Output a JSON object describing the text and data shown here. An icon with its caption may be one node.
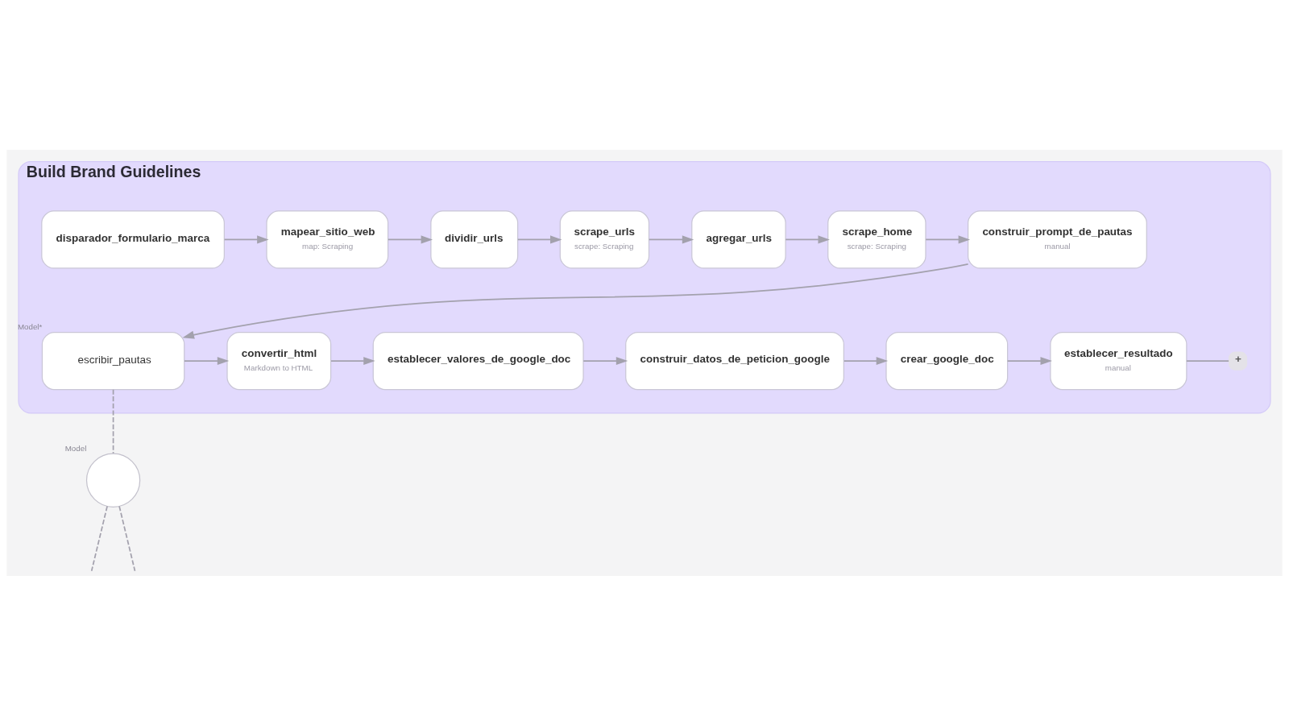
{
  "diagram": {
    "nodes": [
      {
        "text": [
          "Build Brand Guidelines"
        ]
      },
      {
        "text": [
          "disparador_formulario_marca"
        ],
        "in": 0
      },
      {
        "text": [
          "mapear_sitio_web",
          "map: Scraping"
        ],
        "in": 0
      },
      {
        "text": [
          "dividir_urls"
        ],
        "in": 0
      },
      {
        "text": [
          "scrape_urls",
          "scrape: Scraping"
        ],
        "in": 0
      },
      {
        "text": [
          "agregar_urls"
        ],
        "in": 0
      },
      {
        "text": [
          "scrape_home",
          "scrape: Scraping"
        ],
        "in": 0
      },
      {
        "text": [
          "construir_prompt_de_pautas",
          "manual"
        ],
        "in": 0
      },
      {
        "text": [
          "escribir_pautas"
        ],
        "in": 0,
        "beside": [
          "Model*"
        ]
      },
      {
        "text": [
          "convertir_html",
          "Markdown to HTML"
        ],
        "in": 0
      },
      {
        "text": [
          "establecer_valores_de_google_doc"
        ],
        "in": 0
      },
      {
        "text": [
          "construir_datos_de_peticion_google"
        ],
        "in": 0
      },
      {
        "text": [
          "crear_google_doc"
        ],
        "in": 0
      },
      {
        "text": [
          "establecer_resultado",
          "manual"
        ],
        "in": 0
      },
      {
        "text": [
          "+"
        ],
        "in": 0
      },
      {
        "text": [],
        "shape": "circle",
        "beside": [
          "Model"
        ]
      }
    ],
    "edges": [
      {
        "from": 1,
        "to": 2,
        "arrow": "to"
      },
      {
        "from": 2,
        "to": 3,
        "arrow": "to"
      },
      {
        "from": 3,
        "to": 4,
        "arrow": "to"
      },
      {
        "from": 4,
        "to": 5,
        "arrow": "to"
      },
      {
        "from": 5,
        "to": 6,
        "arrow": "to"
      },
      {
        "from": 6,
        "to": 7,
        "arrow": "to"
      },
      {
        "from": 7,
        "to": 8,
        "arrow": "to"
      },
      {
        "from": 8,
        "to": 9,
        "arrow": "to"
      },
      {
        "from": 9,
        "to": 10,
        "arrow": "to"
      },
      {
        "from": 10,
        "to": 11,
        "arrow": "to"
      },
      {
        "from": 11,
        "to": 12,
        "arrow": "to"
      },
      {
        "from": 12,
        "to": 13,
        "arrow": "to"
      },
      {
        "from": 13,
        "to": 14,
        "arrow": "none"
      },
      {
        "from": 8,
        "to": 15,
        "arrow": "none",
        "style": "dashed"
      },
      {
        "from": 15,
        "to": null,
        "arrow": "none",
        "style": "dashed"
      },
      {
        "from": 15,
        "to": null,
        "arrow": "none",
        "style": "dashed"
      }
    ]
  }
}
